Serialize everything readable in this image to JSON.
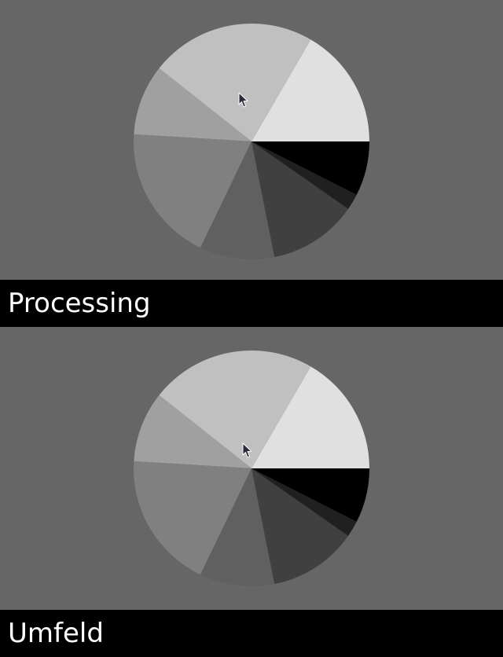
{
  "panels": [
    {
      "label": "Processing",
      "pie": {
        "slices": [
          {
            "value": 60,
            "color": "#e0e0e0"
          },
          {
            "value": 82,
            "color": "#c0c0c0"
          },
          {
            "value": 35,
            "color": "#a0a0a0"
          },
          {
            "value": 68,
            "color": "#808080"
          },
          {
            "value": 37,
            "color": "#606060"
          },
          {
            "value": 44,
            "color": "#404040"
          },
          {
            "value": 8,
            "color": "#202020"
          },
          {
            "value": 27,
            "color": "#000000"
          }
        ]
      },
      "cursor": "mouse-pointer-icon"
    },
    {
      "label": "Umfeld",
      "pie": {
        "slices": [
          {
            "value": 60,
            "color": "#e0e0e0"
          },
          {
            "value": 82,
            "color": "#c0c0c0"
          },
          {
            "value": 35,
            "color": "#a0a0a0"
          },
          {
            "value": 68,
            "color": "#808080"
          },
          {
            "value": 37,
            "color": "#606060"
          },
          {
            "value": 44,
            "color": "#404040"
          },
          {
            "value": 8,
            "color": "#202020"
          },
          {
            "value": 27,
            "color": "#000000"
          }
        ]
      },
      "cursor": "mouse-pointer-icon"
    }
  ],
  "colors": {
    "background": "#666666",
    "label_bar": "#000000",
    "label_text": "#ffffff"
  }
}
